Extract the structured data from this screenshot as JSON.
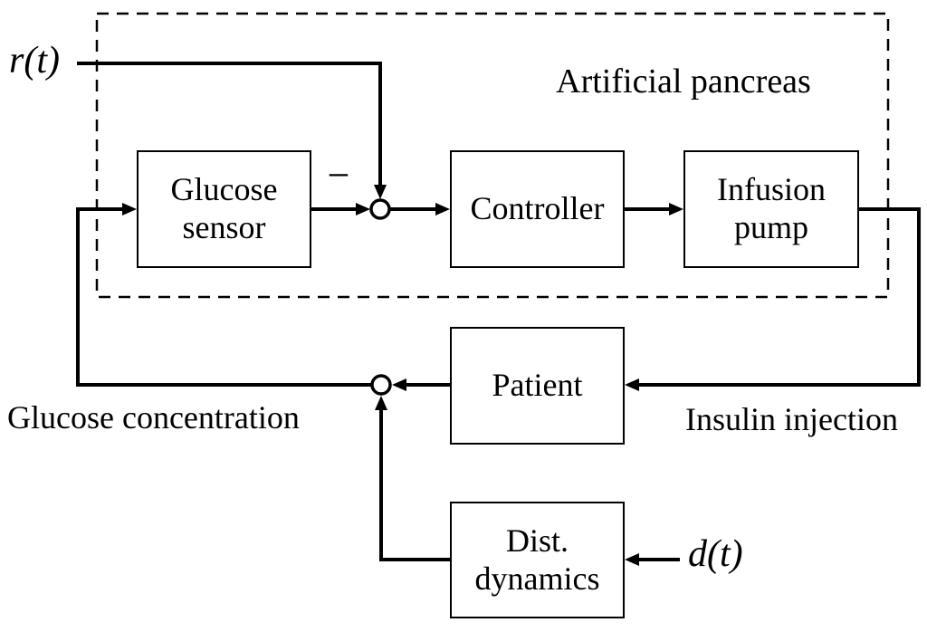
{
  "diagram": {
    "system_label": "Artificial pancreas",
    "blocks": {
      "glucose_sensor": "Glucose sensor",
      "controller": "Controller",
      "infusion_pump": "Infusion pump",
      "patient": "Patient",
      "dist_dynamics": "Dist. dynamics"
    },
    "signals": {
      "reference": "r(t)",
      "disturbance": "d(t)",
      "glucose_concentration": "Glucose concentration",
      "insulin_injection": "Insulin injection",
      "minus_sign": "−"
    },
    "colors": {
      "line": "#000000",
      "background": "#ffffff"
    }
  }
}
